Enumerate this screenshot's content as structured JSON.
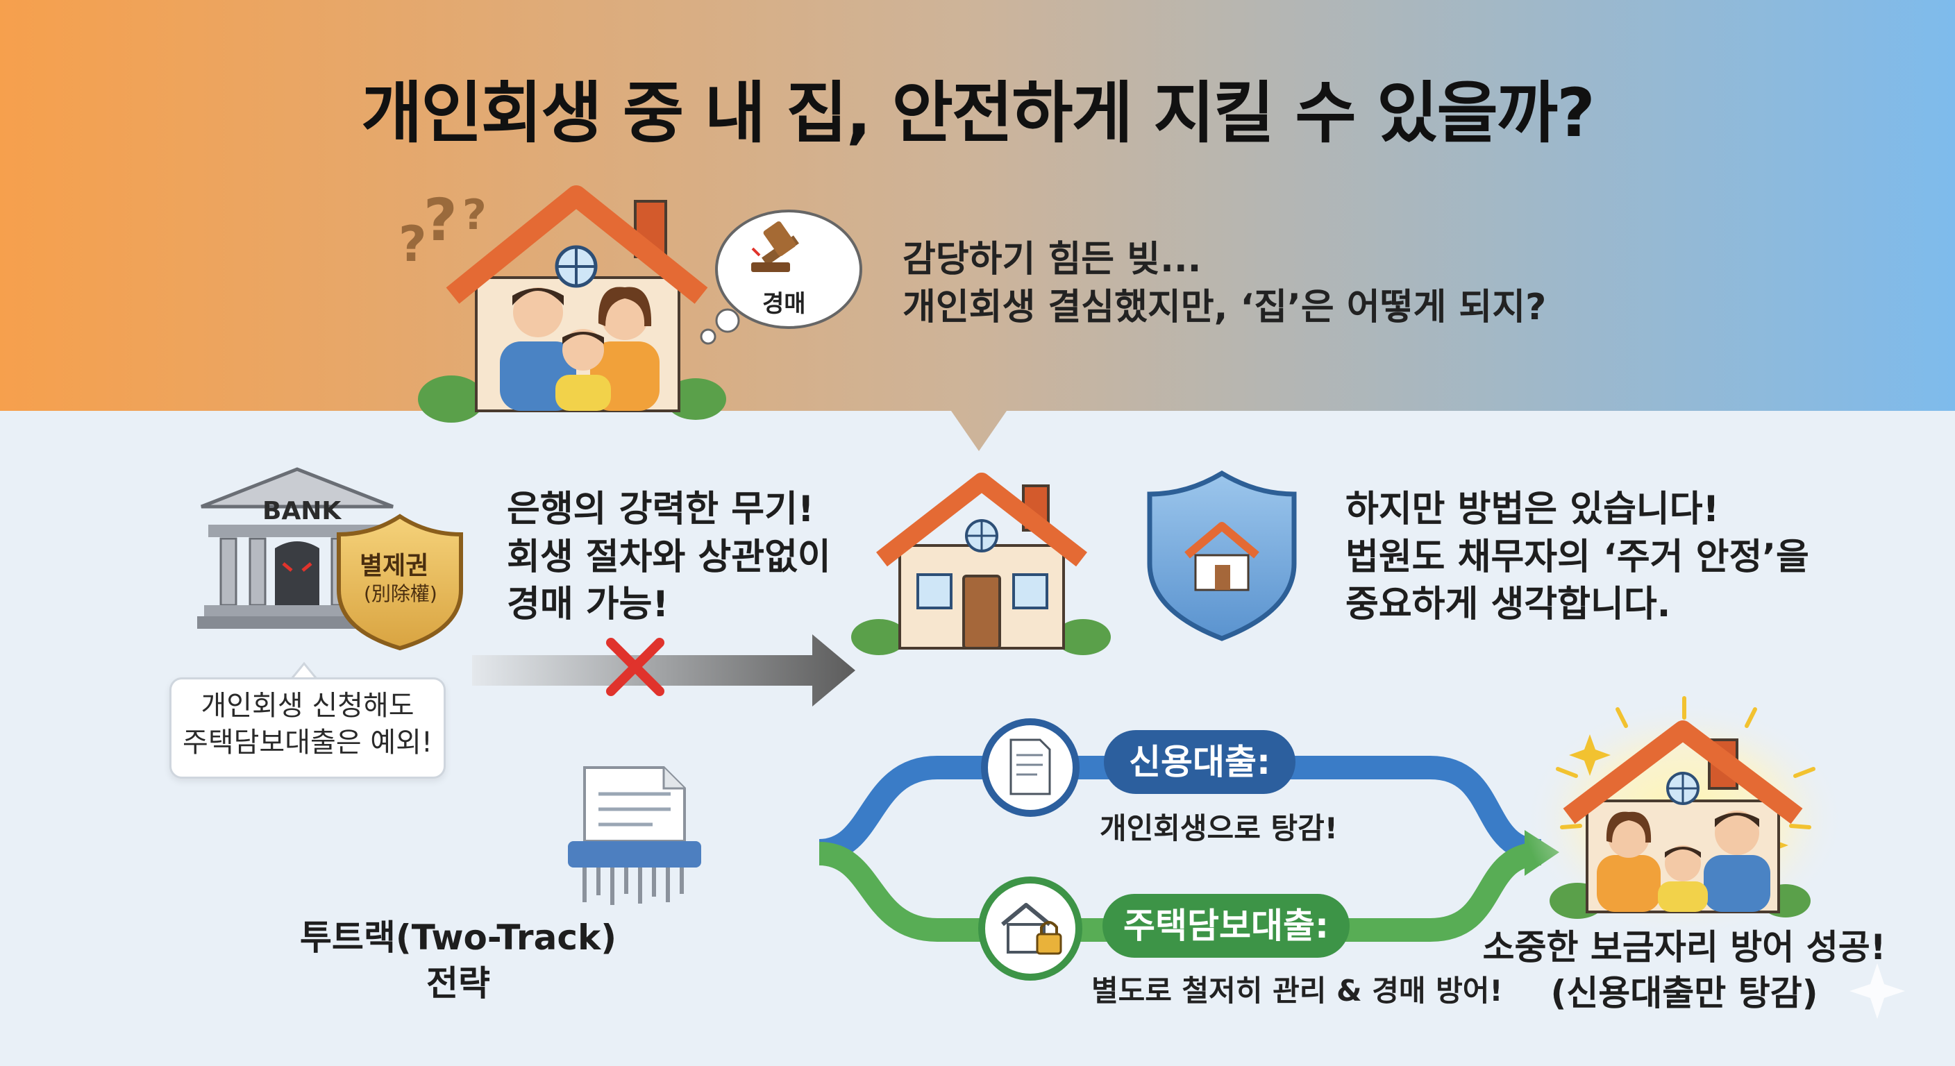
{
  "title": "개인회생 중 내 집, 안전하게 지킬 수 있을까?",
  "intro": {
    "line1": "감당하기 힘든 빚...",
    "line2": "개인회생 결심했지만, ‘집’은 어떻게 되지?"
  },
  "thought_bubble": {
    "label": "경매"
  },
  "bank": {
    "sign": "BANK",
    "shield_title": "별제권",
    "shield_sub": "(別除權)",
    "note_line1": "개인회생 신청해도",
    "note_line2": "주택담보대출은 예외!"
  },
  "bank_weapon": {
    "line1": "은행의 강력한 무기!",
    "line2": "회생 절차와 상관없이",
    "line3": "경매 가능!"
  },
  "hope": {
    "line1": "하지만 방법은 있습니다!",
    "line2": "법원도 채무자의 ‘주거 안정’을",
    "line3": "중요하게 생각합니다."
  },
  "two_track": {
    "line1": "투트랙(Two-Track)",
    "line2": "전략"
  },
  "track_credit": {
    "label": "신용대출:",
    "desc": "개인회생으로 탕감!"
  },
  "track_mortgage": {
    "label": "주택담보대출:",
    "desc": "별도로 철저히 관리 & 경매 방어!"
  },
  "goal": {
    "line1": "소중한 보금자리 방어 성공!",
    "line2": "(신용대출만 탕감)"
  },
  "colors": {
    "header_orange": "#f6a04d",
    "header_blue": "#7ebbec",
    "credit_blue": "#2c5f9e",
    "mortgage_green": "#3d9447",
    "cross_red": "#e0332c",
    "house_roof": "#e46a34"
  }
}
